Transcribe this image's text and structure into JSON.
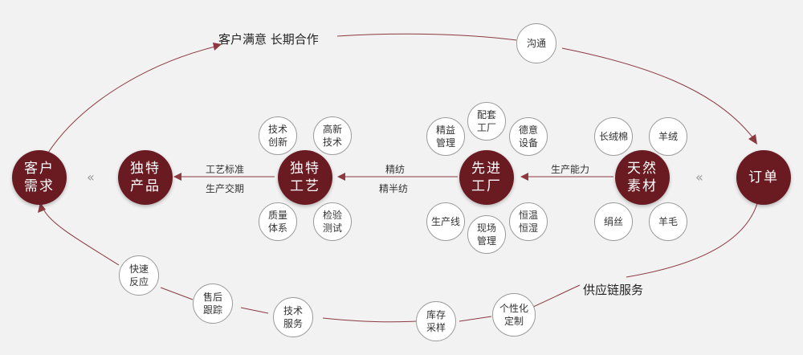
{
  "colors": {
    "accent": "#6a1b22",
    "line": "#8c3a40",
    "node_border": "#9a9a9a"
  },
  "titles": {
    "top": "客户满意  长期合作",
    "bottom": "供应链服务"
  },
  "main_nodes": {
    "customer_demand": "客户\n需求",
    "unique_product": "独特\n产品",
    "unique_craft": "独特\n工艺",
    "advanced_factory": "先进\n工厂",
    "natural_material": "天然\n素材",
    "order": "订单"
  },
  "craft_nodes": {
    "tech_innovation": "技术\n创新",
    "high_tech": "高新\n技术",
    "quality_system": "质量\n体系",
    "testing": "检验\n测试"
  },
  "factory_nodes": {
    "lean_management": "精益\n管理",
    "supporting_factory": "配套\n工厂",
    "deyi_equipment": "德意\n设备",
    "production_line": "生产线",
    "site_management": "现场\n管理",
    "constant_temp_humidity": "恒温\n恒湿"
  },
  "material_nodes": {
    "cashmere": "长绒棉",
    "lamb_wool": "羊绒",
    "silk": "绢丝",
    "wool": "羊毛"
  },
  "cycle_top_nodes": {
    "communication": "沟通"
  },
  "cycle_bottom_nodes": {
    "fast_response": "快速\n反应",
    "after_sales": "售后\n跟踪",
    "tech_service": "技术\n服务",
    "inventory_sampling": "库存\n采样",
    "customization": "个性化\n定制"
  },
  "flow_labels": {
    "craft_standard": "工艺标准",
    "production_delivery": "生产交期",
    "fine_spinning": "精纺",
    "semi_fine_spinning": "精半纺",
    "capacity": "生产能力"
  },
  "chevrons": {
    "left": "«",
    "right": "«"
  }
}
